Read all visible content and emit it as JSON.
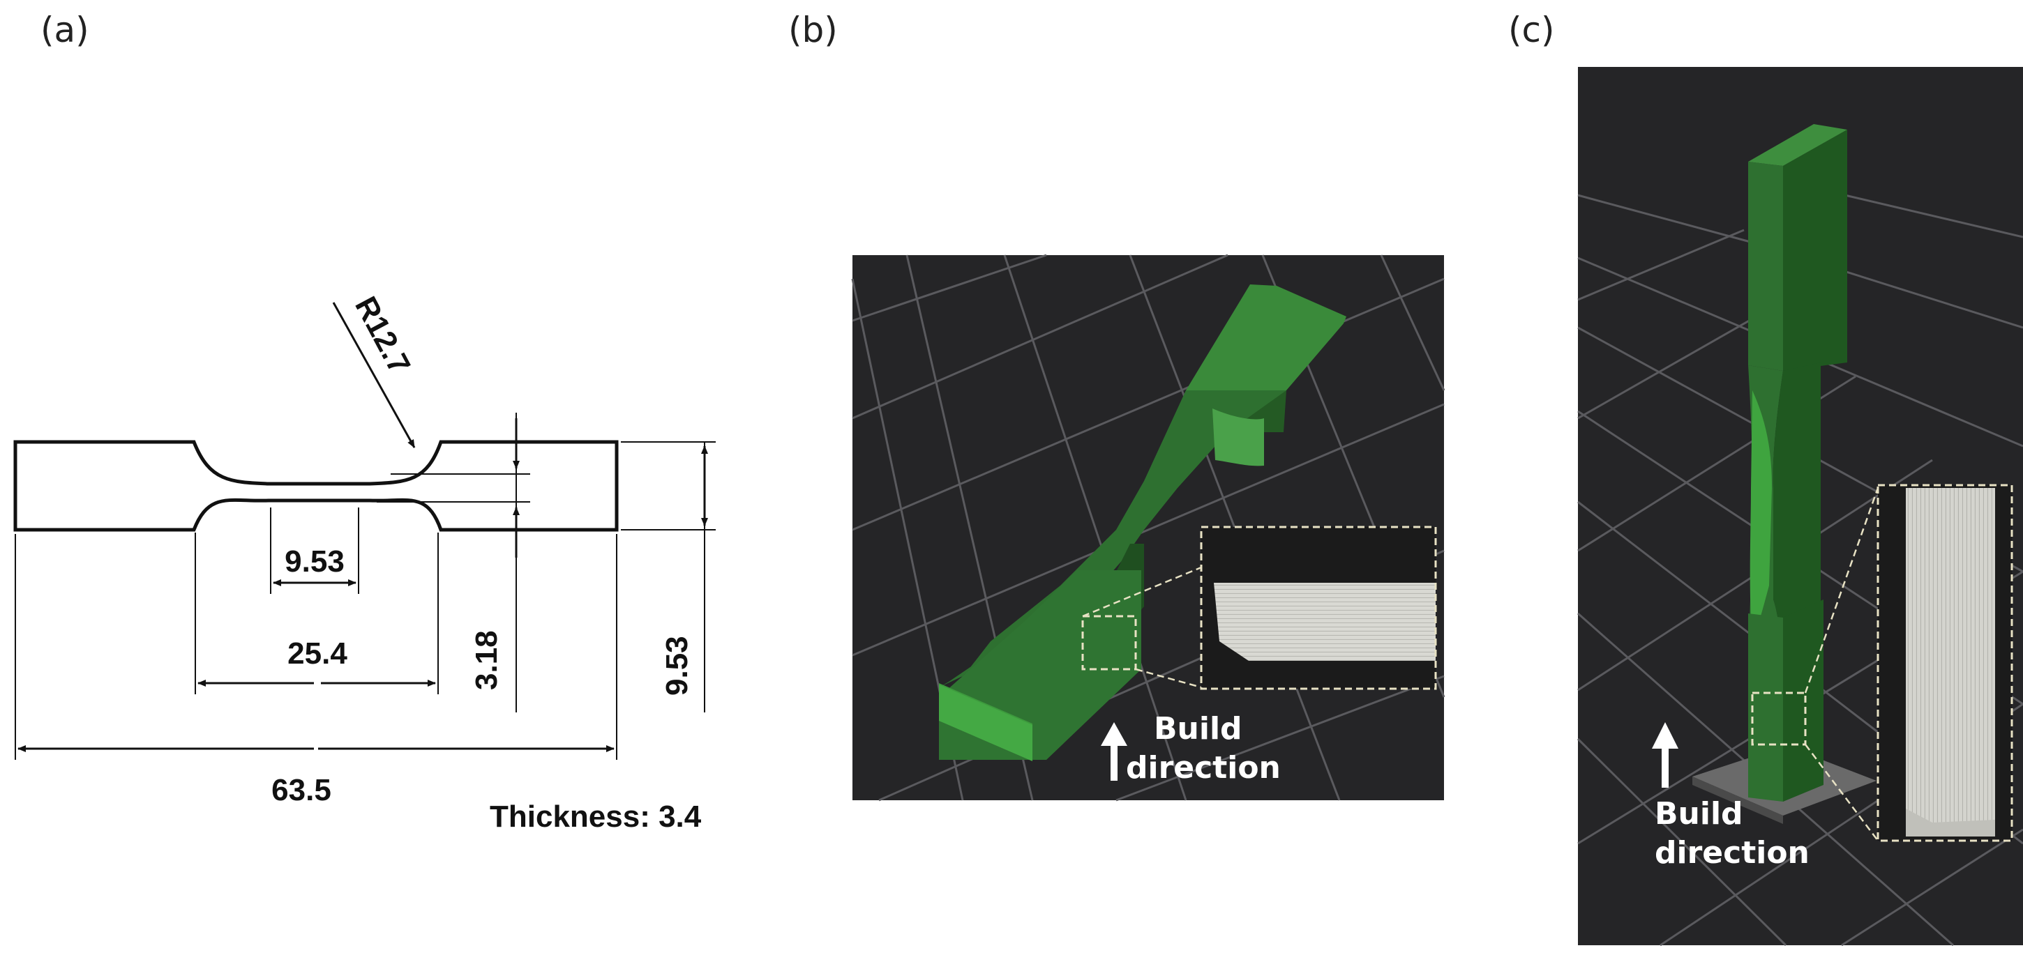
{
  "panels": {
    "a": {
      "label": "(a)",
      "dimensions": {
        "radius": "R12.7",
        "gauge_length": "9.53",
        "reduced_section": "25.4",
        "gauge_width": "3.18",
        "grip_width": "9.53",
        "overall_length": "63.5",
        "thickness": "Thickness: 3.4"
      }
    },
    "b": {
      "label": "(b)",
      "build_line1": "Build",
      "build_line2": "direction"
    },
    "c": {
      "label": "(c)",
      "build_line1": "Build",
      "build_line2": "direction"
    }
  },
  "colors": {
    "specimen_green": "#2d6e2c",
    "grid_bg": "#252527",
    "grid_line": "#5a5a5e",
    "layer_white": "#d9d9d3"
  }
}
